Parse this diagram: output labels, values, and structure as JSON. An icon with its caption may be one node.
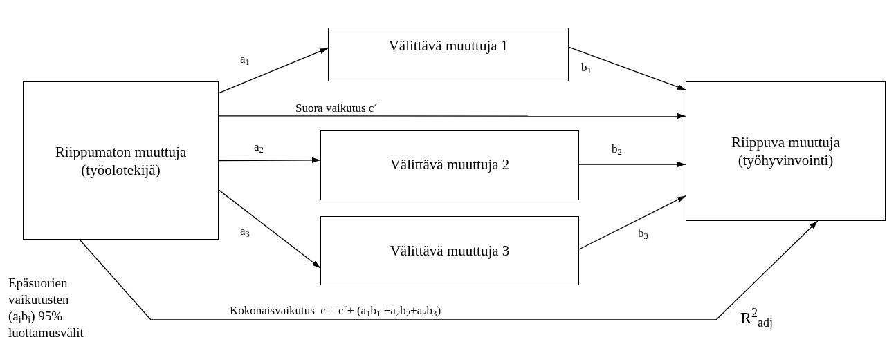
{
  "diagram": {
    "nodes": [
      {
        "text": [
          "Riippumaton muuttuja (työolotekijä)"
        ]
      },
      {
        "text": [
          "Välittävä muuttuja 1"
        ]
      },
      {
        "text": [
          "Välittävä muuttuja 2"
        ]
      },
      {
        "text": [
          "Välittävä muuttuja 3"
        ]
      },
      {
        "text": [
          "Riippuva muuttuja (työhyvinvointi)"
        ]
      }
    ],
    "edges": [
      {
        "from": 0,
        "to": 1,
        "arrow": "to",
        "label": "a$_{1}$"
      },
      {
        "from": 1,
        "to": 4,
        "arrow": "to",
        "label": "b$_{1}$"
      },
      {
        "from": 0,
        "to": 4,
        "arrow": "to",
        "label": "Suora vaikutus c´"
      },
      {
        "from": 0,
        "to": 2,
        "arrow": "to",
        "label": "a$_{2}$"
      },
      {
        "from": 2,
        "to": 4,
        "arrow": "to",
        "label": "b$_{2}$"
      },
      {
        "from": 0,
        "to": 3,
        "arrow": "to",
        "label": "a$_{3}$"
      },
      {
        "from": 3,
        "to": 4,
        "arrow": "to",
        "label": "b$_{3}$"
      },
      {
        "from": 0,
        "to": 4,
        "arrow": "to",
        "label": "Kokonaisvaikutus  c = c´+ (a$_{1}$b$_{1}$ +a$_{2}$b$_{2}$+a$_{3}$b$_{3}$)"
      }
    ],
    "labels": [
      "Epäsuorien vaikutusten (a$_{i}$b$_{i}$) 95% luottamusvälit",
      "R$^{2}$$_{adj}$"
    ]
  }
}
